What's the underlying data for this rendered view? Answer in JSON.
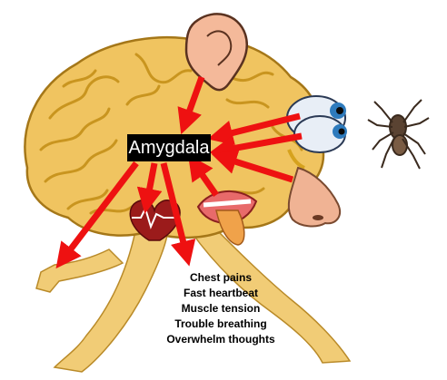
{
  "diagram": {
    "center_label": "Amygdala",
    "symptoms": [
      "Chest pains",
      "Fast heartbeat",
      "Muscle tension",
      "Trouble breathing",
      "Overwhelm thoughts"
    ]
  },
  "colors": {
    "arrow": "#ee1111",
    "brain_fill": "#f0c460",
    "brain_fold": "#c9951f",
    "body_fill": "#f1cc76",
    "label_bg": "#000000",
    "label_text": "#ffffff"
  },
  "icons": {
    "ear": "ear-icon",
    "eyes": "eyes-icon",
    "nose": "nose-icon",
    "mouth": "mouth-tongue-icon",
    "heart": "heart-icon",
    "spider": "spider-icon",
    "hand": "hand-icon"
  }
}
